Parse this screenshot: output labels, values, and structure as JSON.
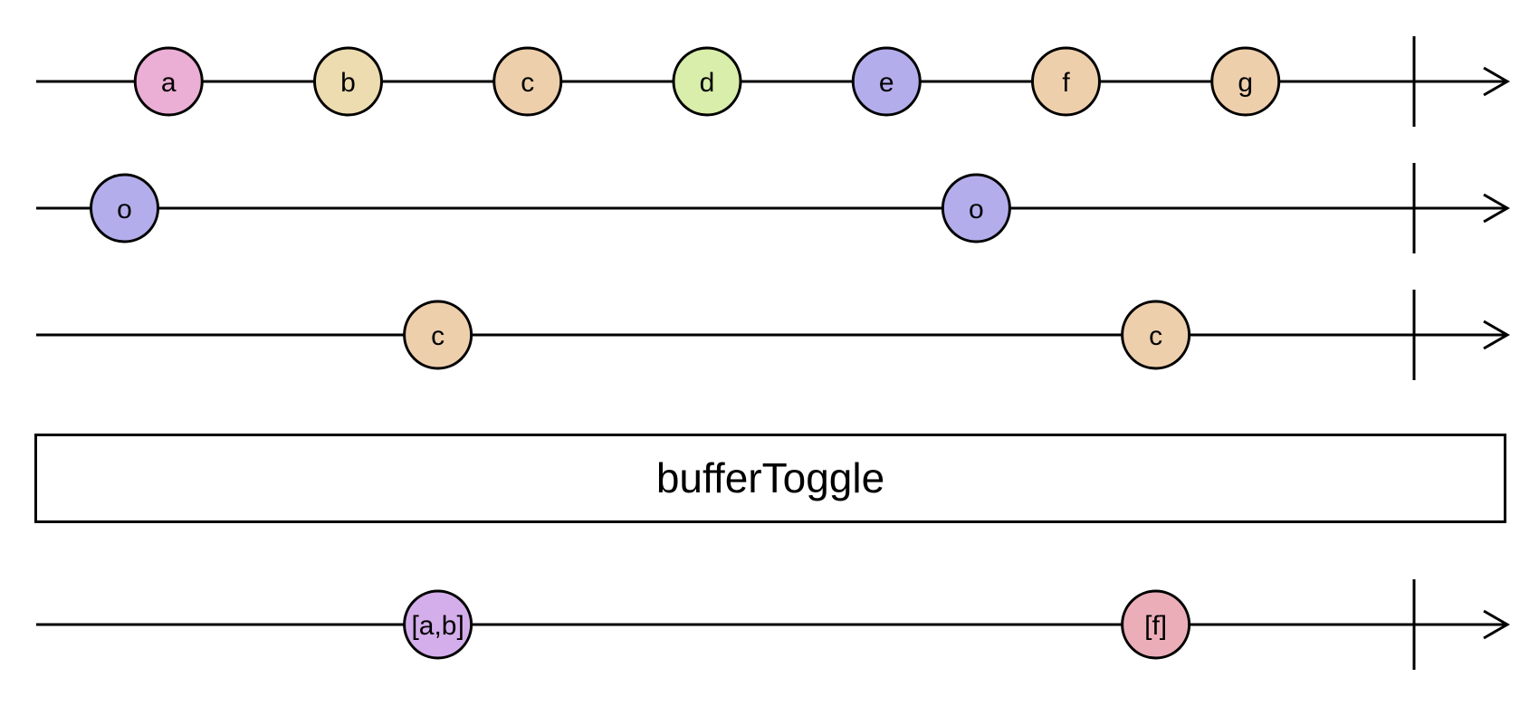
{
  "operator": {
    "label": "bufferToggle"
  },
  "timelines": [
    {
      "role": "source",
      "completes": true,
      "marbles": [
        {
          "label": "a",
          "color": "#ebaed5",
          "t": 0.09
        },
        {
          "label": "b",
          "color": "#ecdcaf",
          "t": 0.212
        },
        {
          "label": "c",
          "color": "#eecfac",
          "t": 0.334
        },
        {
          "label": "d",
          "color": "#d8eeaa",
          "t": 0.456
        },
        {
          "label": "e",
          "color": "#b3aeeb",
          "t": 0.578
        },
        {
          "label": "f",
          "color": "#eecfac",
          "t": 0.7
        },
        {
          "label": "g",
          "color": "#eecfac",
          "t": 0.822
        }
      ]
    },
    {
      "role": "openings",
      "completes": true,
      "marbles": [
        {
          "label": "o",
          "color": "#b3aeeb",
          "t": 0.06
        },
        {
          "label": "o",
          "color": "#b3aeeb",
          "t": 0.639
        }
      ]
    },
    {
      "role": "closings",
      "completes": true,
      "marbles": [
        {
          "label": "c",
          "color": "#eecfac",
          "t": 0.273
        },
        {
          "label": "c",
          "color": "#eecfac",
          "t": 0.761
        }
      ]
    }
  ],
  "output": {
    "completes": true,
    "marbles": [
      {
        "label": "[a,b]",
        "color": "#d4aeeb",
        "t": 0.273
      },
      {
        "label": "[f]",
        "color": "#ebaeb8",
        "t": 0.761
      }
    ]
  },
  "colors": {
    "stroke": "#000000",
    "background": "#ffffff"
  }
}
